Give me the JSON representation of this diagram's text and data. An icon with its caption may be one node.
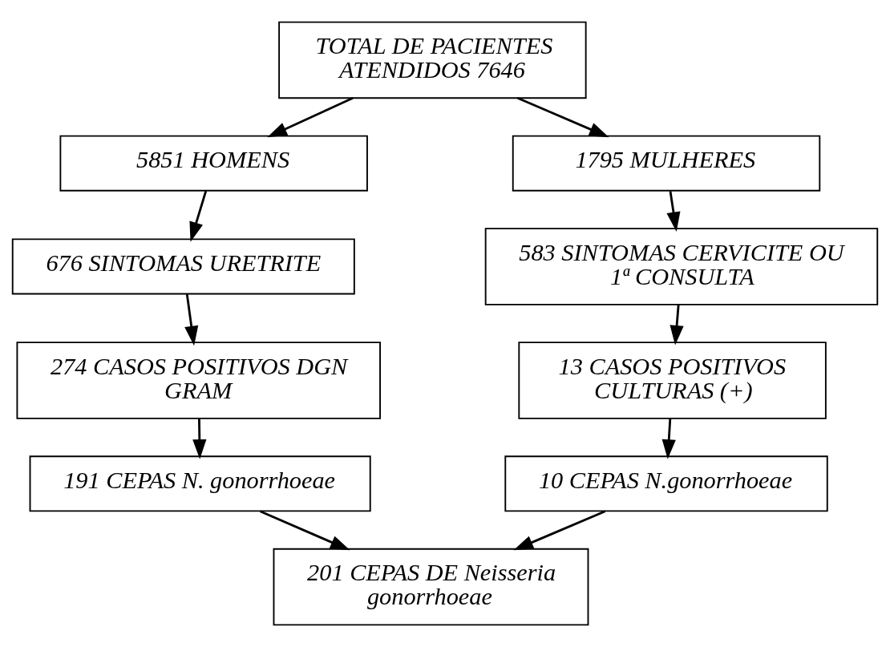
{
  "diagram": {
    "nodes": [
      {
        "text": [
          "TOTAL DE PACIENTES ATENDIDOS 7646"
        ]
      },
      {
        "text": [
          "5851 HOMENS"
        ]
      },
      {
        "text": [
          "1795 MULHERES"
        ]
      },
      {
        "text": [
          "676 SINTOMAS URETRITE"
        ]
      },
      {
        "text": [
          "583 SINTOMAS CERVICITE OU 1ª CONSULTA"
        ]
      },
      {
        "text": [
          "274 CASOS POSITIVOS DGN GRAM"
        ]
      },
      {
        "text": [
          "13 CASOS POSITIVOS CULTURAS (+)"
        ]
      },
      {
        "text": [
          "191 CEPAS N. gonorrhoeae"
        ]
      },
      {
        "text": [
          "10 CEPAS N.gonorrhoeae"
        ]
      },
      {
        "text": [
          "201 CEPAS DE Neisseria gonorrhoeae"
        ]
      }
    ],
    "edges": [
      {
        "from": 0,
        "to": 1,
        "arrow": "to"
      },
      {
        "from": 0,
        "to": 2,
        "arrow": "to"
      },
      {
        "from": 1,
        "to": 3,
        "arrow": "to"
      },
      {
        "from": 2,
        "to": 4,
        "arrow": "to"
      },
      {
        "from": 3,
        "to": 5,
        "arrow": "to"
      },
      {
        "from": 4,
        "to": 6,
        "arrow": "to"
      },
      {
        "from": 5,
        "to": 7,
        "arrow": "to"
      },
      {
        "from": 6,
        "to": 8,
        "arrow": "to"
      },
      {
        "from": 7,
        "to": 9,
        "arrow": "to"
      },
      {
        "from": 8,
        "to": 9,
        "arrow": "to"
      }
    ]
  }
}
